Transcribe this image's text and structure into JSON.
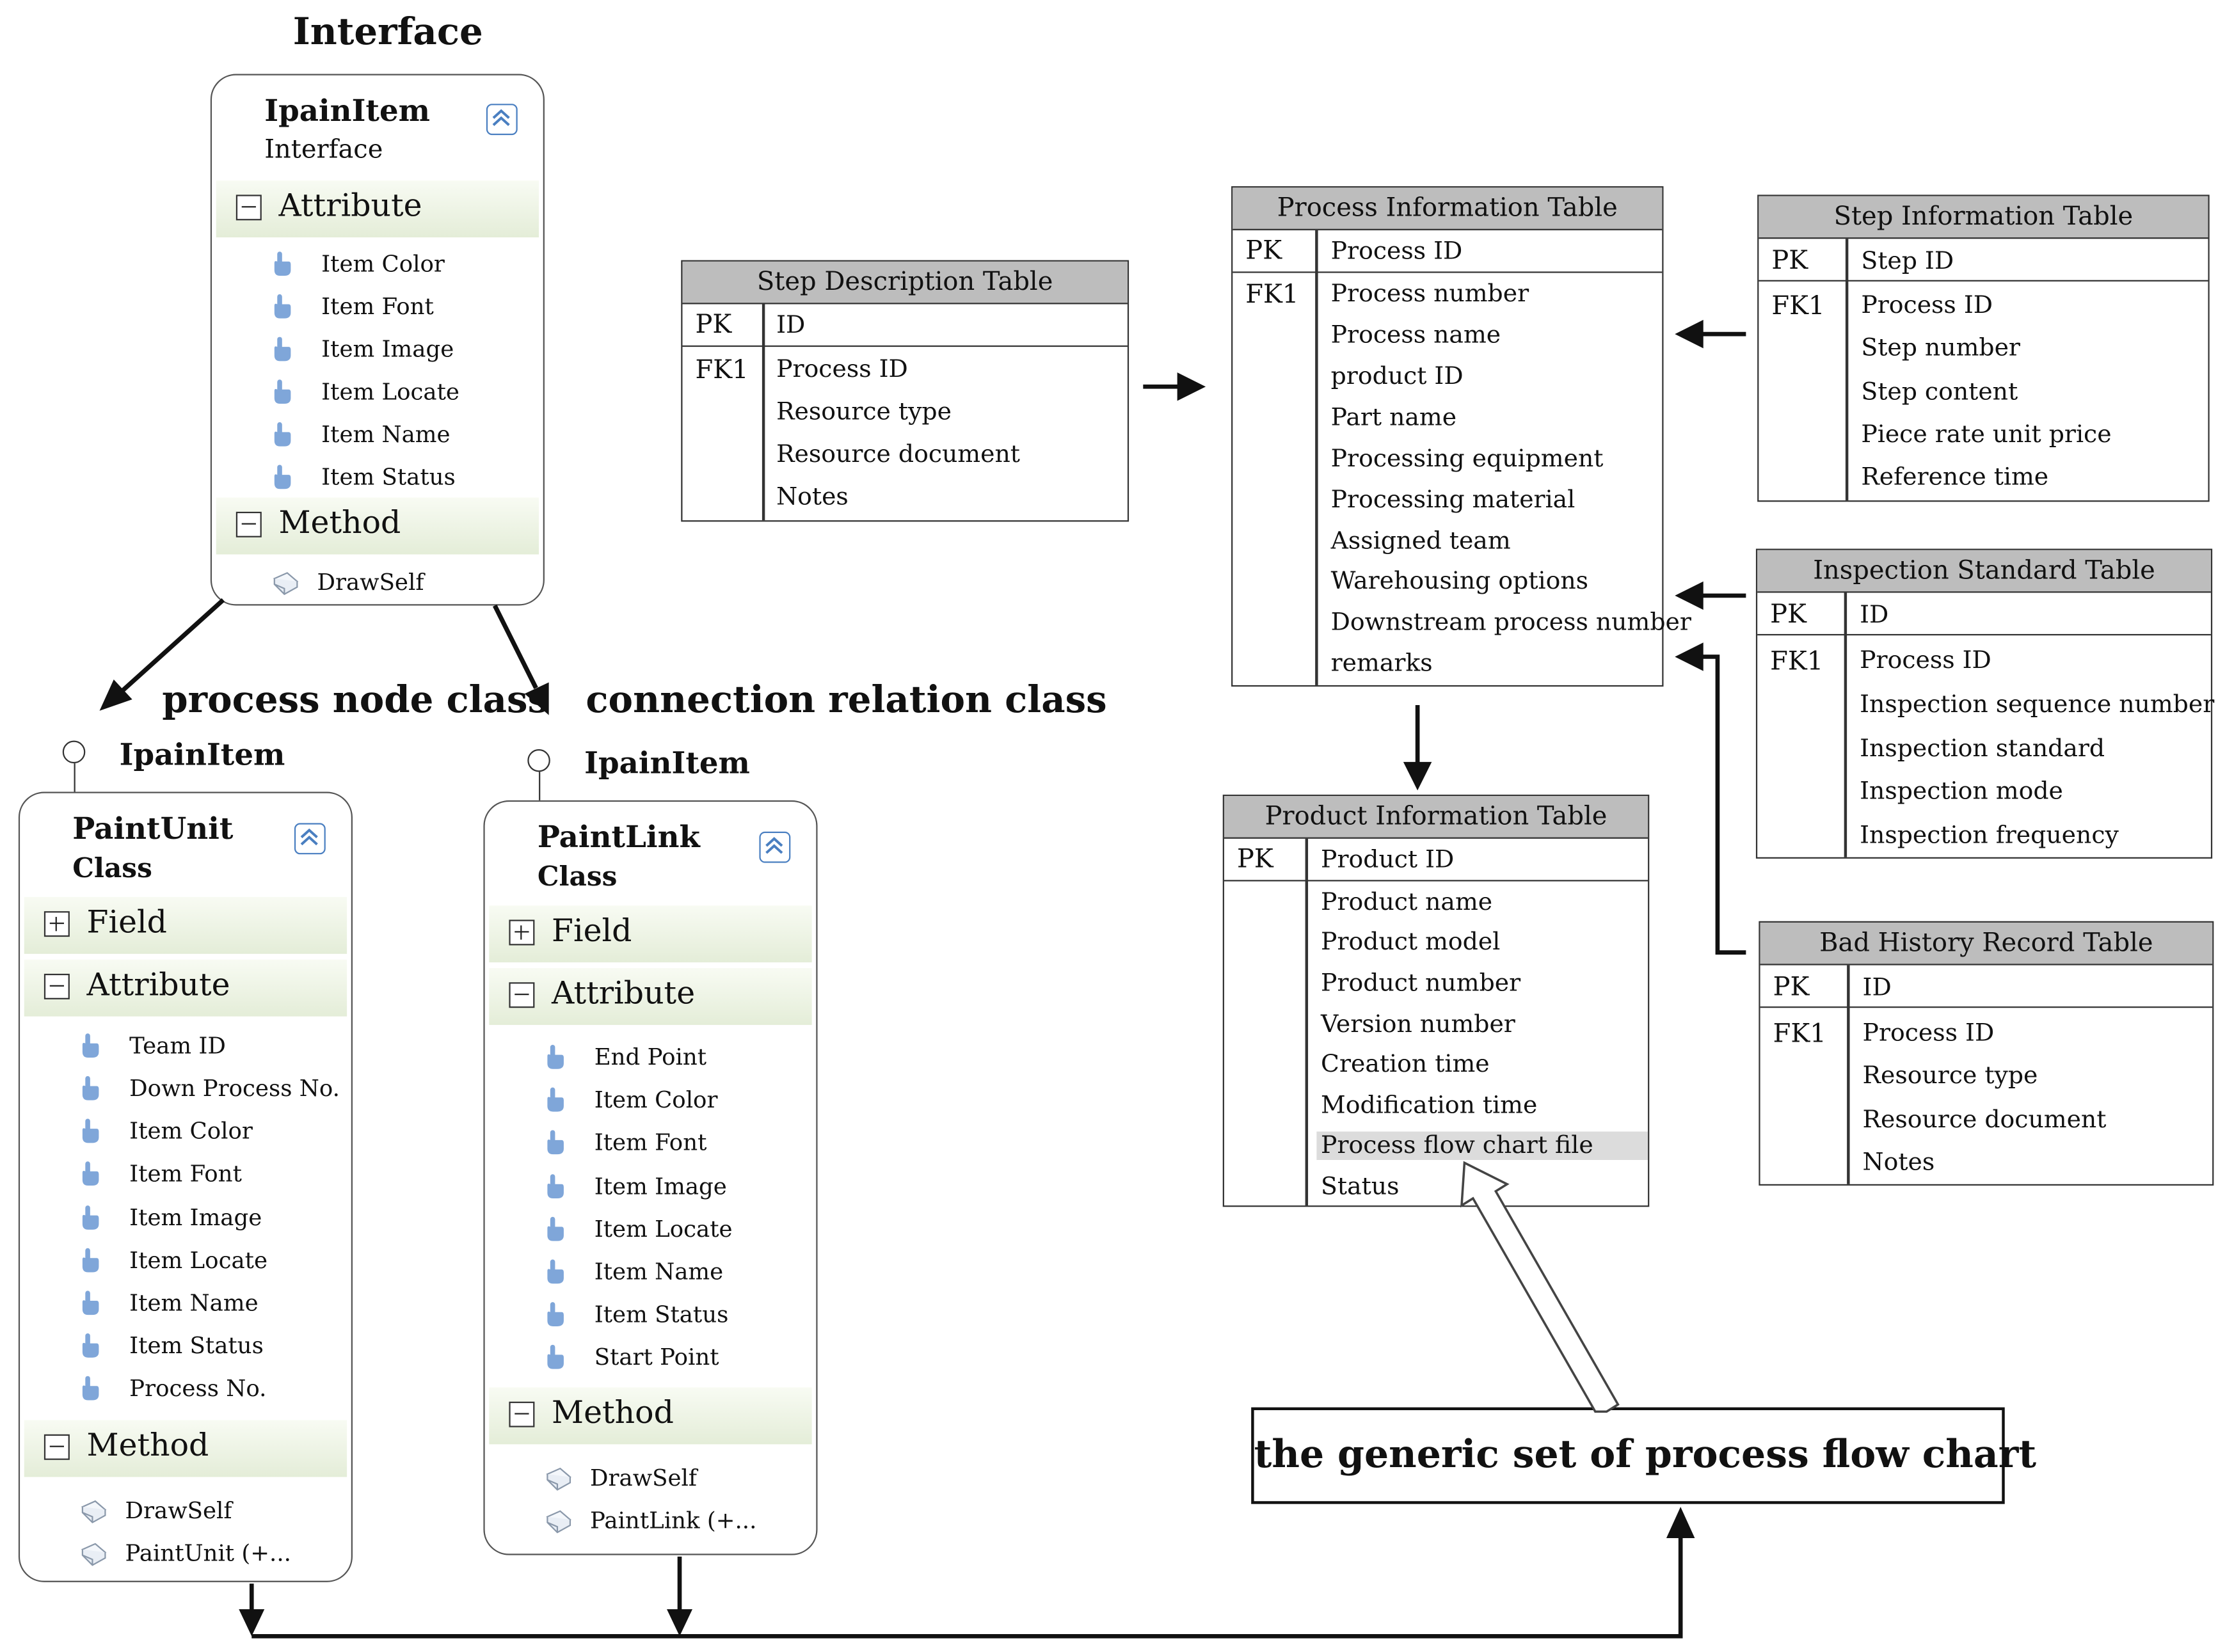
{
  "interface": {
    "heading": "Interface",
    "name": "IpainItem",
    "subtitle": "Interface",
    "attribute_label": "Attribute",
    "attributes": [
      "Item Color",
      "Item Font",
      "Item Image",
      "Item Locate",
      "Item Name",
      "Item Status"
    ],
    "method_label": "Method",
    "methods": [
      "DrawSelf"
    ]
  },
  "labels": {
    "node_class": "process node class",
    "link_class": "connection relation class",
    "generic_set": "the generic set of process flow chart"
  },
  "paint_unit": {
    "iface": "IpainItem",
    "name": "PaintUnit",
    "subtitle": "Class",
    "field_label": "Field",
    "attribute_label": "Attribute",
    "attributes": [
      "Team ID",
      "Down Process No.",
      "Item Color",
      "Item Font",
      "Item Image",
      "Item Locate",
      "Item Name",
      "Item Status",
      "Process No."
    ],
    "method_label": "Method",
    "methods": [
      "DrawSelf",
      "PaintUnit (+..."
    ]
  },
  "paint_link": {
    "iface": "IpainItem",
    "name": "PaintLink",
    "subtitle": "Class",
    "field_label": "Field",
    "attribute_label": "Attribute",
    "attributes": [
      "End Point",
      "Item Color",
      "Item Font",
      "Item Image",
      "Item Locate",
      "Item Name",
      "Item Status",
      "Start Point"
    ],
    "method_label": "Method",
    "methods": [
      "DrawSelf",
      "PaintLink (+..."
    ]
  },
  "tables": {
    "step_description": {
      "title": "Step Description Table",
      "pk_label": "PK",
      "pk_field": "ID",
      "fk_label": "FK1",
      "fields": [
        "Process ID",
        "Resource type",
        "Resource document",
        "Notes"
      ]
    },
    "process_information": {
      "title": "Process Information Table",
      "pk_label": "PK",
      "pk_field": "Process ID",
      "fk_label": "FK1",
      "fields": [
        "Process number",
        "Process name",
        "product ID",
        "Part name",
        "Processing equipment",
        "Processing material",
        "Assigned team",
        "Warehousing options",
        "Downstream process number",
        "remarks"
      ]
    },
    "step_information": {
      "title": "Step Information Table",
      "pk_label": "PK",
      "pk_field": "Step ID",
      "fk_label": "FK1",
      "fields": [
        "Process ID",
        "Step number",
        "Step content",
        "Piece rate unit price",
        "Reference time"
      ]
    },
    "inspection_standard": {
      "title": "Inspection Standard Table",
      "pk_label": "PK",
      "pk_field": "ID",
      "fk_label": "FK1",
      "fields": [
        "Process ID",
        "Inspection sequence number",
        "Inspection standard",
        "Inspection mode",
        "Inspection frequency"
      ]
    },
    "product_information": {
      "title": "Product Information Table",
      "pk_label": "PK",
      "pk_field": "Product ID",
      "fields": [
        "Product name",
        "Product model",
        "Product number",
        "Version number",
        "Creation time",
        "Modification time",
        "Process flow chart file",
        "Status"
      ],
      "highlighted": "Process flow chart file"
    },
    "bad_history": {
      "title": "Bad History Record Table",
      "pk_label": "PK",
      "pk_field": "ID",
      "fk_label": "FK1",
      "fields": [
        "Process ID",
        "Resource type",
        "Resource document",
        "Notes"
      ]
    }
  },
  "icons": {
    "collapse": "double-chevron-up-icon",
    "attribute": "pointing-hand-icon",
    "method": "method-book-icon",
    "expand": "plus-box-icon",
    "collapse_section": "minus-box-icon"
  },
  "colors": {
    "section_gradient_top": "#f8fbf3",
    "section_gradient_bottom": "#e4edd8",
    "table_header": "#bdbdbd",
    "icon_blue": "#7fa6d9",
    "highlight": "#dcdcdc"
  }
}
